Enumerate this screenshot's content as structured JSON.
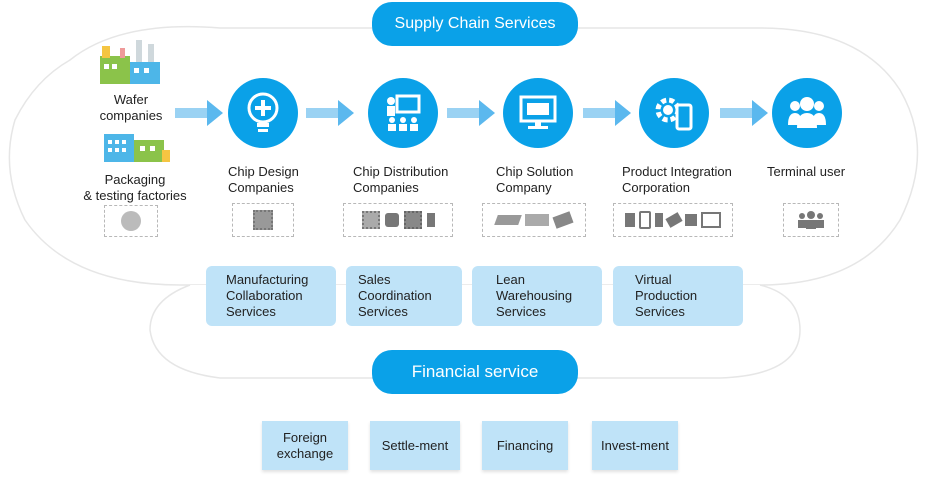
{
  "header": {
    "supply_chain_label": "Supply Chain Services"
  },
  "sources": {
    "wafer": "Wafer\ncompanies",
    "packaging": "Packaging\n& testing factories"
  },
  "chain": [
    {
      "label": "Chip Design\nCompanies",
      "icon": "lightbulb-icon"
    },
    {
      "label": "Chip Distribution\nCompanies",
      "icon": "presentation-icon"
    },
    {
      "label": "Chip Solution\nCompany",
      "icon": "monitor-icon"
    },
    {
      "label": "Product Integration\nCorporation",
      "icon": "gear-phone-icon"
    },
    {
      "label": "Terminal user",
      "icon": "users-icon"
    }
  ],
  "supply_services": [
    "Manufacturing\nCollaboration\nServices",
    "Sales\nCoordination\nServices",
    "Lean\nWarehousing\nServices",
    "Virtual\nProduction\nServices"
  ],
  "financial": {
    "label": "Financial service",
    "items": [
      "Foreign\nexchange",
      "Settle-ment",
      "Financing",
      "Invest-ment"
    ]
  },
  "colors": {
    "accent": "#0aa1e8",
    "service_box": "#bfe3f8",
    "arrow": "#7cc6f0"
  }
}
